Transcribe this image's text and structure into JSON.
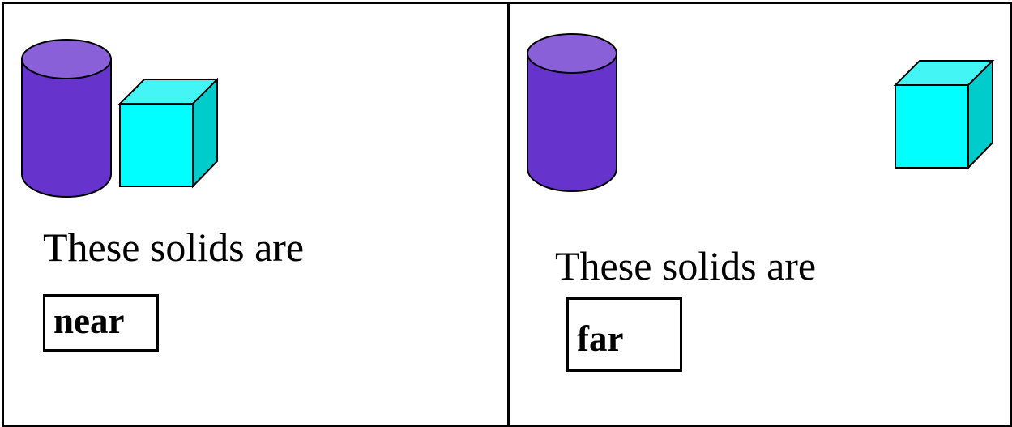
{
  "colors": {
    "cylinder_body": "#6633cc",
    "cylinder_top": "#8a60d8",
    "cube_front": "#00ffff",
    "cube_top": "#44f5f5",
    "cube_side": "#00cccc",
    "outline": "#000000",
    "background": "#ffffff"
  },
  "panels": [
    {
      "caption": "These solids are",
      "word": "near"
    },
    {
      "caption": "These solids are",
      "word": "far"
    }
  ]
}
